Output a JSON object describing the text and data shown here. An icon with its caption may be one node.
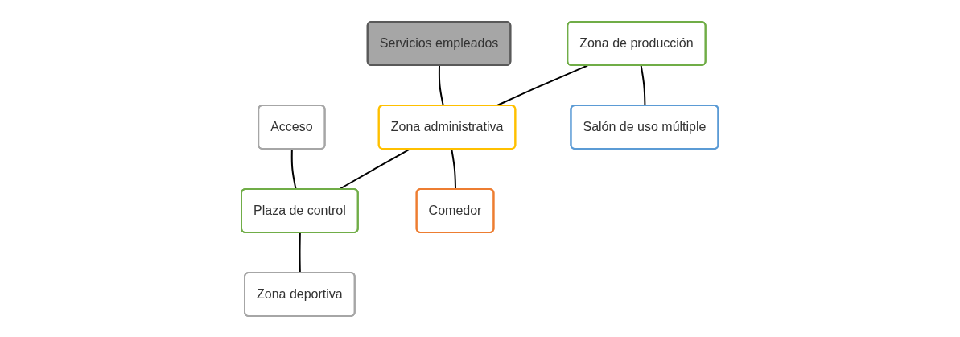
{
  "diagram": {
    "nodes": [
      {
        "text": [
          "Servicios empleados"
        ]
      },
      {
        "text": [
          "Acceso"
        ]
      },
      {
        "text": [
          "Zona de producción"
        ]
      },
      {
        "text": [
          "Zona administrativa"
        ]
      },
      {
        "text": [
          "Plaza de control"
        ]
      },
      {
        "text": [
          "Salón de uso múltiple"
        ]
      },
      {
        "text": [
          "Comedor"
        ]
      },
      {
        "text": [
          "Zona deportiva"
        ]
      }
    ],
    "edges": [
      {
        "from": 0,
        "to": 3,
        "arrow": "none"
      },
      {
        "from": 1,
        "to": 4,
        "arrow": "none"
      },
      {
        "from": 2,
        "to": 3,
        "arrow": "none"
      },
      {
        "from": 3,
        "to": 4,
        "arrow": "none"
      },
      {
        "from": 2,
        "to": 5,
        "arrow": "none"
      },
      {
        "from": 3,
        "to": 6,
        "arrow": "none"
      },
      {
        "from": 4,
        "to": 7,
        "arrow": "none"
      }
    ]
  }
}
